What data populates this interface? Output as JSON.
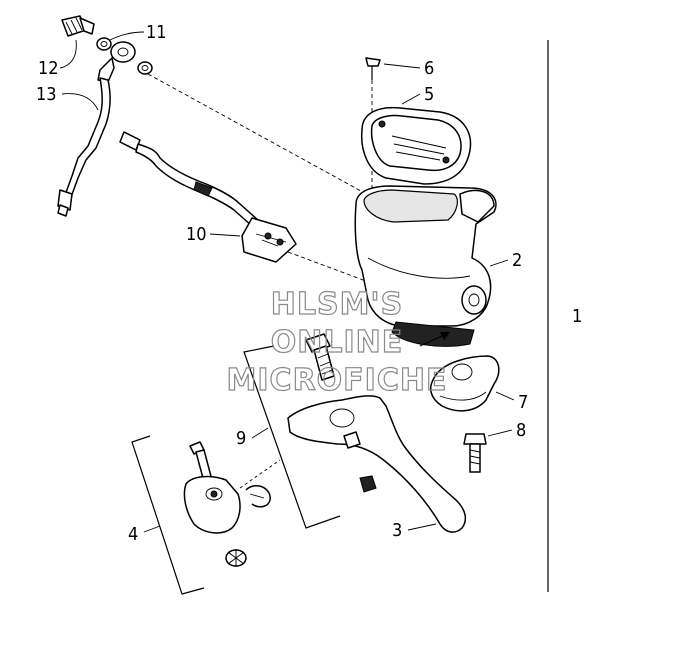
{
  "callouts": {
    "c1": "1",
    "c2": "2",
    "c3": "3",
    "c4": "4",
    "c5": "5",
    "c6": "6",
    "c7": "7",
    "c8": "8",
    "c9": "9",
    "c10": "10",
    "c11": "11",
    "c12": "12",
    "c13": "13"
  },
  "watermark": {
    "line1": "HLSM'S",
    "line2": "ONLINE",
    "line3": "MICROFICHE"
  }
}
